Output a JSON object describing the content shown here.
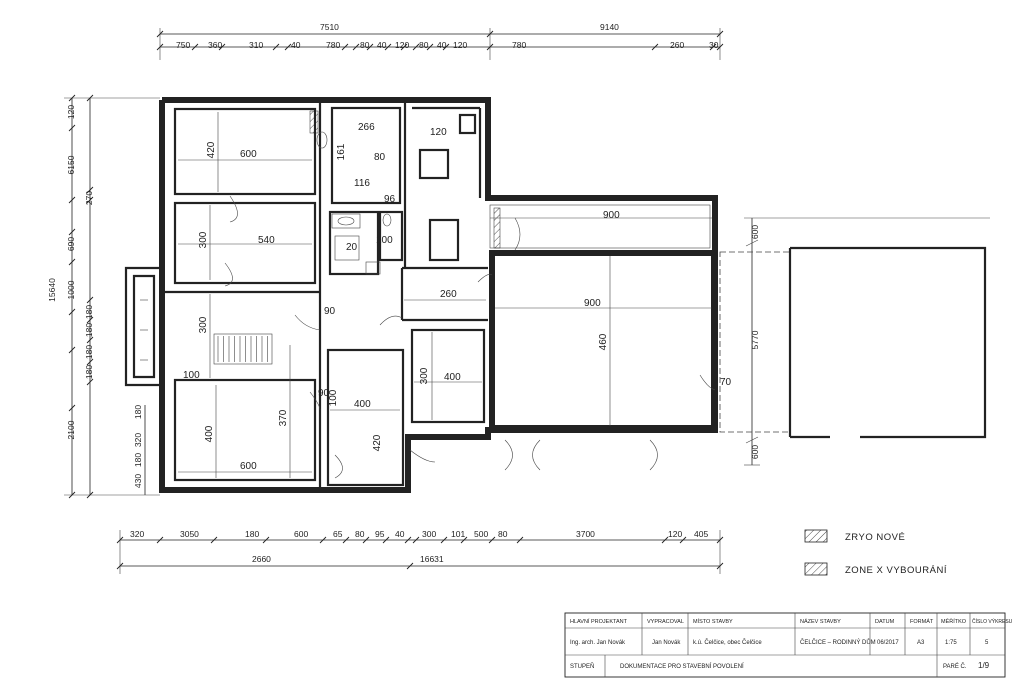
{
  "top_dims": {
    "overall": [
      "7510",
      "9140"
    ],
    "segments": [
      "750",
      "360",
      "310",
      "40",
      "780",
      "80",
      "40",
      "120",
      "80",
      "40",
      "120",
      "780",
      "260",
      "30"
    ]
  },
  "left_dims": {
    "overall": "15640",
    "outer": [
      "120",
      "6150",
      "690",
      "1000",
      "2100"
    ],
    "inner": [
      "270",
      "180",
      "180",
      "180",
      "180",
      "180",
      "320",
      "180",
      "430"
    ]
  },
  "bottom_dims": {
    "segments": [
      "320",
      "3050",
      "180",
      "600",
      "65",
      "80",
      "95",
      "40",
      "300",
      "101",
      "500",
      "80",
      "3700",
      "120",
      "405"
    ],
    "overall": [
      "2660",
      "16631"
    ]
  },
  "right_dims": [
    "600",
    "5770",
    "600"
  ],
  "rooms": [
    "420",
    "600",
    "266",
    "161",
    "80",
    "116",
    "120",
    "96",
    "300",
    "540",
    "20",
    "100",
    "900",
    "300",
    "90",
    "260",
    "900",
    "460",
    "100",
    "300",
    "400",
    "70",
    "90",
    "100",
    "400",
    "400",
    "370",
    "420",
    "600",
    "320",
    "180",
    "430"
  ],
  "legend": {
    "items": [
      "ZRYO NOVÉ",
      "ZONE X VYBOURÁNÍ"
    ]
  },
  "title_block": {
    "headers": [
      "HLAVNÍ PROJEKTANT",
      "VYPRACOVAL",
      "MÍSTO STAVBY",
      "NÁZEV STAVBY",
      "DATUM",
      "FORMÁT",
      "MĚŘÍTKO",
      "ČÍSLO VÝKRESU"
    ],
    "values": [
      "Ing. arch. Jan Novák",
      "Jan Novák",
      "k.ú. Čelčice, obec Čelčice",
      "ČELČICE – RODINNÝ DŮM",
      "06/2017",
      "A3",
      "1:75",
      "5"
    ],
    "stage_label": "STUPEŇ",
    "stage_value": "DOKUMENTACE PRO STAVEBNÍ POVOLENÍ",
    "page_label": "PARÉ Č.",
    "page_value": "1/9"
  }
}
